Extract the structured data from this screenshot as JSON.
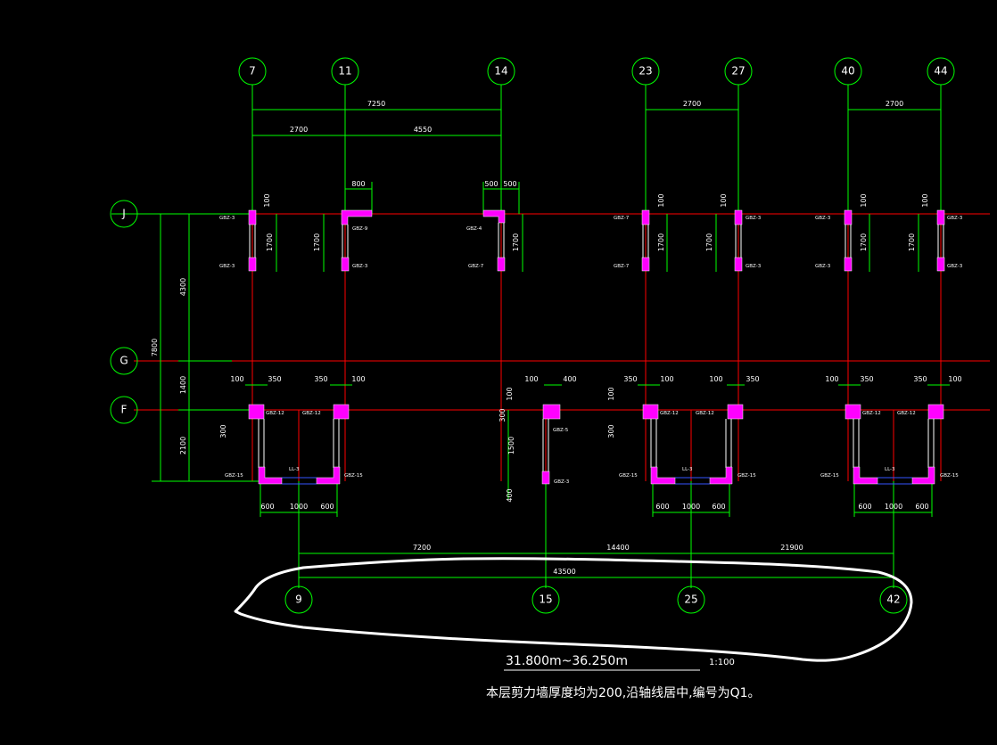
{
  "colors": {
    "background": "#000000",
    "axis_line": "#ff0000",
    "dimension": "#00ff00",
    "column": "#ff00ff",
    "text": "#ffffff",
    "beam": "#3355ff"
  },
  "top_axes": [
    "7",
    "11",
    "14",
    "23",
    "27",
    "40",
    "44"
  ],
  "bottom_axes": [
    "9",
    "15",
    "25",
    "42"
  ],
  "row_axes": [
    "J",
    "G",
    "F"
  ],
  "top_dims": {
    "d7250": "7250",
    "d2700a": "2700",
    "d4550": "4550",
    "d2700b": "2700",
    "d2700c": "2700",
    "d800": "800",
    "d500a": "500",
    "d500b": "500"
  },
  "left_dims": {
    "d7800": "7800",
    "d4300": "4300",
    "d1400": "1400",
    "d2100": "2100"
  },
  "mid_dims": {
    "d100": "100",
    "d1700": "1700",
    "d350": "350",
    "d400": "400",
    "d300": "300",
    "d1500": "1500",
    "d600": "600",
    "d1000": "1000"
  },
  "bottom_dims": {
    "d7200": "7200",
    "d14400": "14400",
    "d21900": "21900",
    "d43500": "43500"
  },
  "labels": {
    "gbz3": "GBZ-3",
    "gbz9": "GBZ-9",
    "gbz4": "GBZ-4",
    "gbz7": "GBZ-7",
    "gbz12": "GBZ-12",
    "gbz5": "GBZ-5",
    "gbz15": "GBZ-15",
    "ll3": "LL-3"
  },
  "elevation": "31.800m~36.250m",
  "scale": "1:100",
  "note": "本层剪力墙厚度均为200,沿轴线居中,编号为Q1。"
}
